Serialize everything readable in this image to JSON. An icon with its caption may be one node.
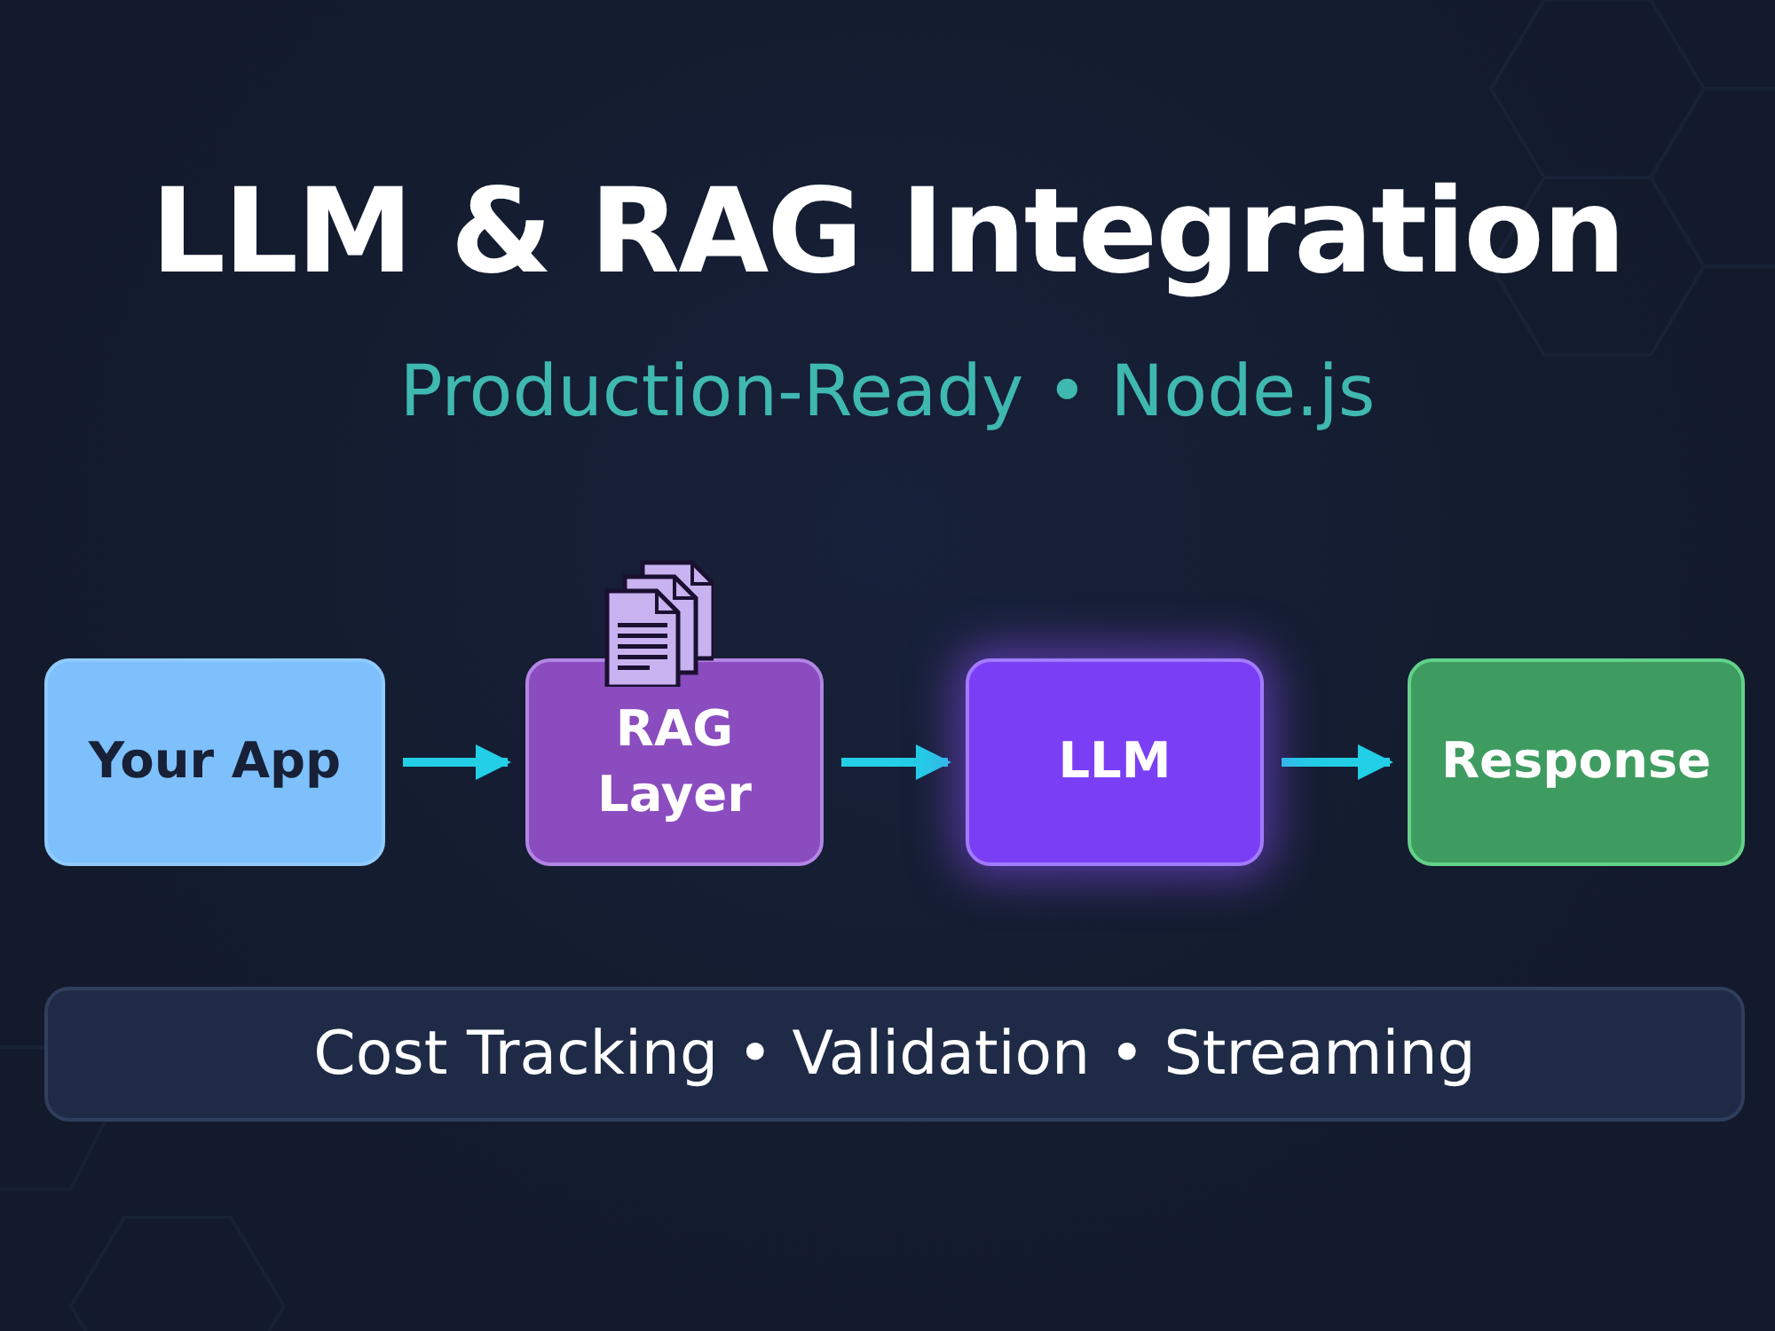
{
  "diagram": {
    "title": "LLM & RAG Integration",
    "nodes": [
      {
        "text": [
          "Your App"
        ]
      },
      {
        "text": [
          "RAG Layer"
        ]
      },
      {
        "text": [
          "LLM"
        ]
      },
      {
        "text": [
          "Response"
        ]
      },
      {
        "text": [
          "Cost Tracking • Validation • Streaming"
        ]
      }
    ],
    "edges": [
      {
        "from": 0,
        "to": 1,
        "arrow": "to"
      },
      {
        "from": 1,
        "to": 2,
        "arrow": "to"
      },
      {
        "from": 2,
        "to": 3,
        "arrow": "to"
      }
    ],
    "labels": [
      "Production-Ready • Node.js"
    ]
  }
}
